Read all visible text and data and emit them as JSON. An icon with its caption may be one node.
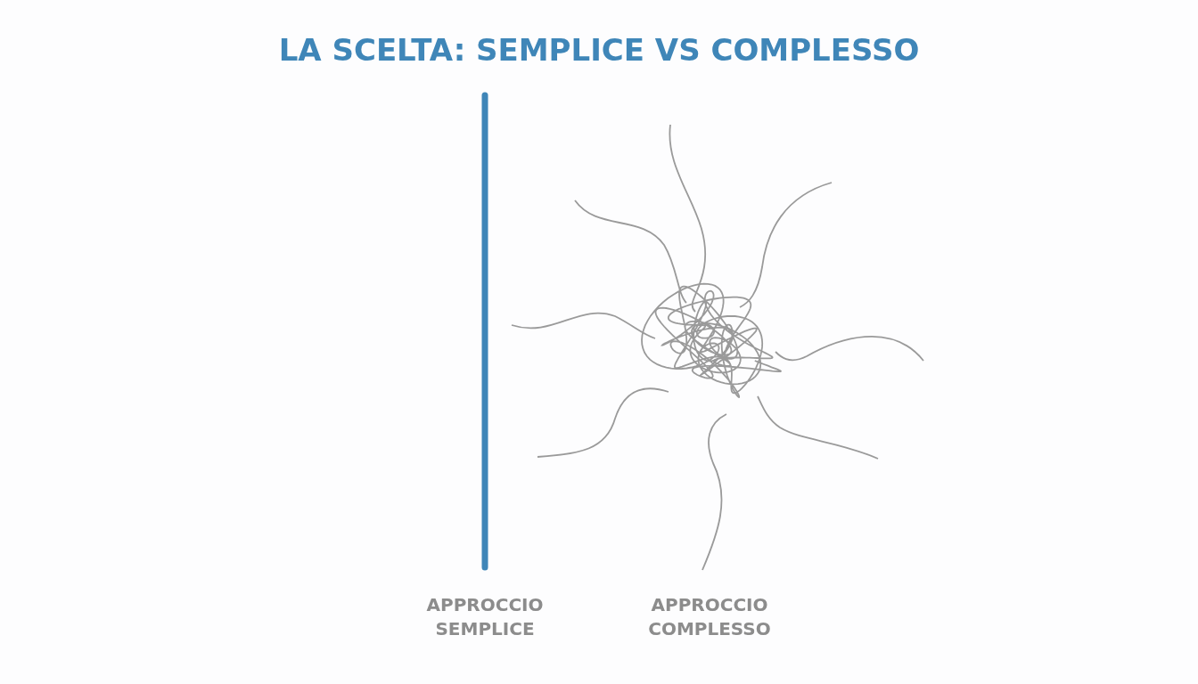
{
  "diagram": {
    "title": "LA SCELTA: SEMPLICE VS COMPLESSO",
    "labels": [
      "APPROCCIO SEMPLICE",
      "APPROCCIO COMPLESSO"
    ]
  }
}
